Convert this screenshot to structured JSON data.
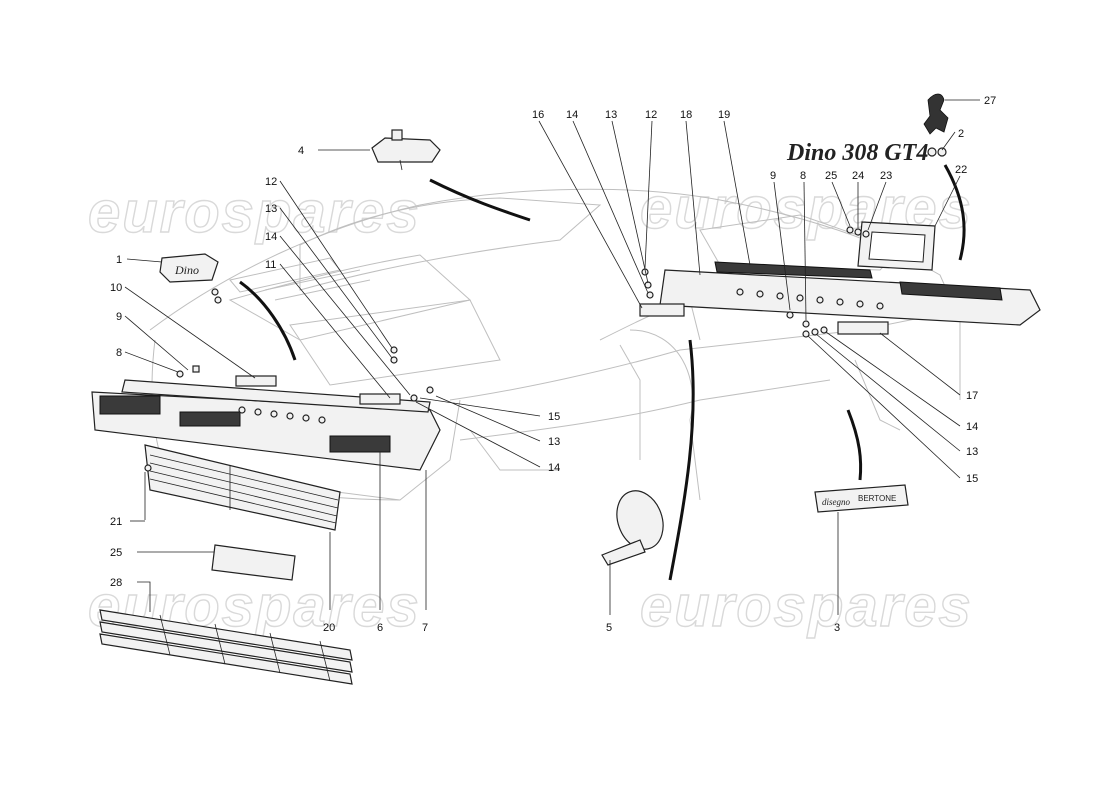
{
  "watermark": "eurospares",
  "callouts": {
    "c1": "1",
    "c2": "2",
    "c3": "3",
    "c4": "4",
    "c5": "5",
    "c6": "6",
    "c7": "7",
    "c8a": "8",
    "c8b": "8",
    "c9a": "9",
    "c9b": "9",
    "c10": "10",
    "c11": "11",
    "c12a": "12",
    "c12b": "12",
    "c13a": "13",
    "c13b": "13",
    "c13c": "13",
    "c13d": "13",
    "c14a": "14",
    "c14b": "14",
    "c14c": "14",
    "c14d": "14",
    "c15a": "15",
    "c15b": "15",
    "c16": "16",
    "c17": "17",
    "c18": "18",
    "c19": "19",
    "c20": "20",
    "c21": "21",
    "c22": "22",
    "c23": "23",
    "c24": "24",
    "c25a": "25",
    "c25b": "25",
    "c27": "27",
    "c28": "28"
  },
  "badges": {
    "hood_badge": "Dino",
    "rear_badge": "Dino 308 GT4",
    "side_badge_left": "disegno",
    "side_badge_right": "BERTONE"
  }
}
